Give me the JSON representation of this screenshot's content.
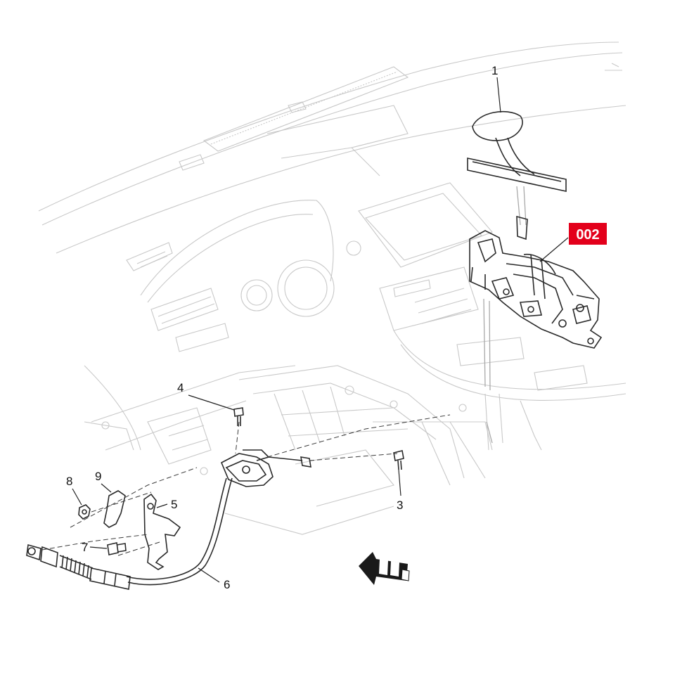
{
  "diagram": {
    "badge": "002",
    "colors": {
      "badge": "#e3001b",
      "linework": "#2a2a2a",
      "background_lines": "#c4c4c4"
    },
    "callouts": [
      {
        "id": "1",
        "label": "1"
      },
      {
        "id": "3",
        "label": "3"
      },
      {
        "id": "4",
        "label": "4"
      },
      {
        "id": "5",
        "label": "5"
      },
      {
        "id": "6",
        "label": "6"
      },
      {
        "id": "7",
        "label": "7"
      },
      {
        "id": "8",
        "label": "8"
      },
      {
        "id": "9",
        "label": "9"
      }
    ],
    "front_indicator": "front-arrow-icon"
  }
}
